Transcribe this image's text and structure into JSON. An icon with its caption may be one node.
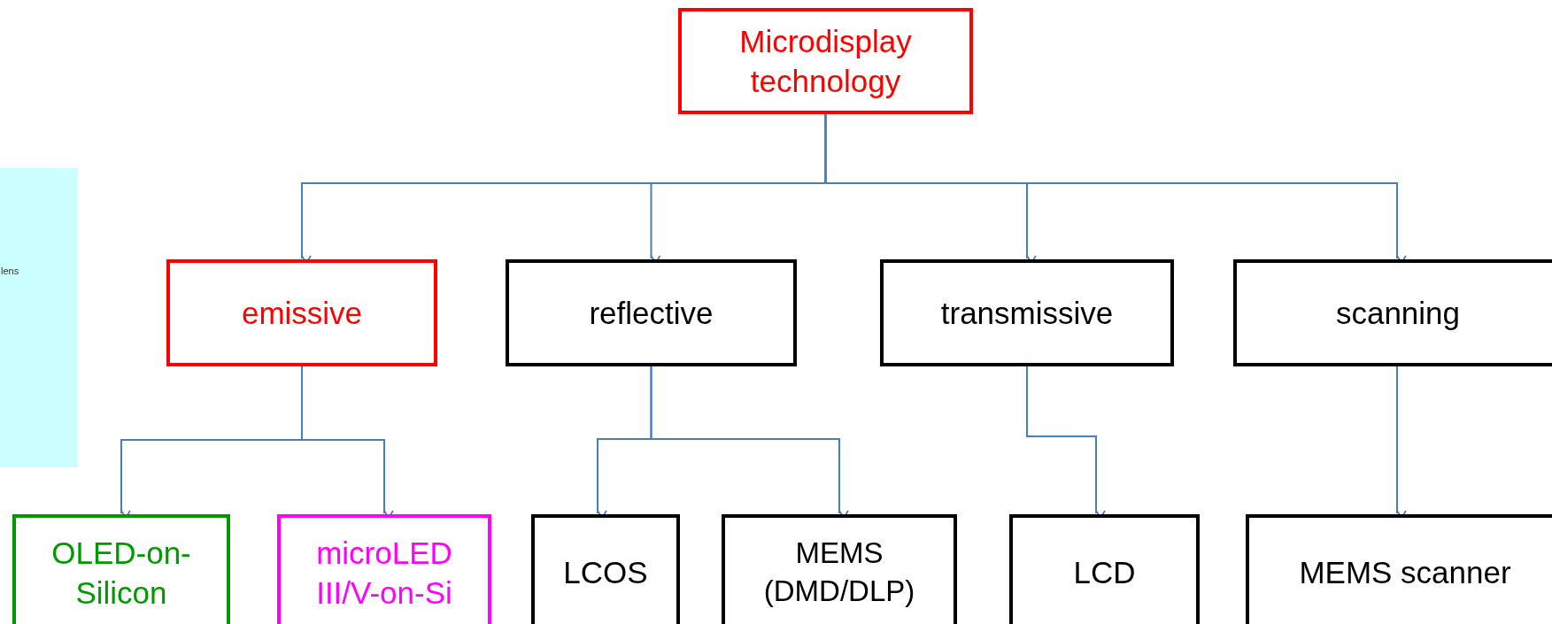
{
  "diagram": {
    "nodes": [
      {
        "text": [
          "Microdisplay technology"
        ]
      },
      {
        "text": [
          "emissive"
        ]
      },
      {
        "text": [
          "reflective"
        ]
      },
      {
        "text": [
          "transmissive"
        ]
      },
      {
        "text": [
          "scanning"
        ]
      },
      {
        "text": [
          "OLED-on-Silicon"
        ]
      },
      {
        "text": [
          "microLED III/V-on-Si"
        ]
      },
      {
        "text": [
          "LCOS"
        ]
      },
      {
        "text": [
          "MEMS (DMD/DLP)"
        ]
      },
      {
        "text": [
          "LCD"
        ]
      },
      {
        "text": [
          "MEMS scanner"
        ]
      }
    ],
    "edges": [
      {
        "from": 0,
        "to": 1,
        "arrow": "to"
      },
      {
        "from": 0,
        "to": 2,
        "arrow": "to"
      },
      {
        "from": 0,
        "to": 3,
        "arrow": "to"
      },
      {
        "from": 0,
        "to": 4,
        "arrow": "to"
      },
      {
        "from": 1,
        "to": 5,
        "arrow": "to"
      },
      {
        "from": 1,
        "to": 6,
        "arrow": "to"
      },
      {
        "from": 2,
        "to": 7,
        "arrow": "to"
      },
      {
        "from": 2,
        "to": 8,
        "arrow": "to"
      },
      {
        "from": 3,
        "to": 9,
        "arrow": "to"
      },
      {
        "from": 4,
        "to": 10,
        "arrow": "to"
      }
    ],
    "labels": [
      "lens"
    ]
  }
}
